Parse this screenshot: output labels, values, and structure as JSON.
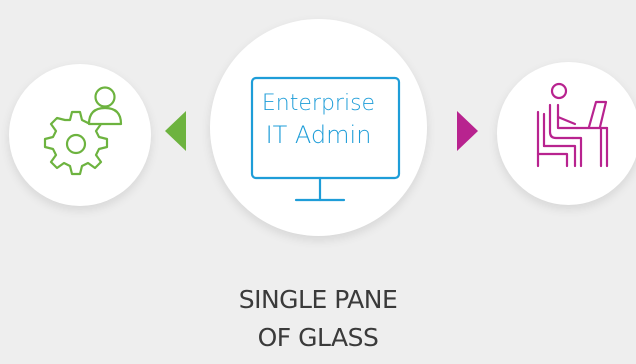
{
  "diagram": {
    "center": {
      "line1": "Enterprise",
      "line2": "IT Admin",
      "icon": "monitor-icon"
    },
    "left": {
      "icon": "gear-person-icon",
      "arrow": "arrow-left-icon"
    },
    "right": {
      "icon": "person-at-laptop-icon",
      "arrow": "arrow-right-icon"
    },
    "caption": {
      "line1": "SINGLE PANE",
      "line2": "OF GLASS"
    }
  },
  "colors": {
    "green": "#6db33f",
    "blue": "#1e9dd8",
    "magenta": "#b8238f",
    "caption": "#3a3a3a",
    "background": "#eeeeee"
  }
}
